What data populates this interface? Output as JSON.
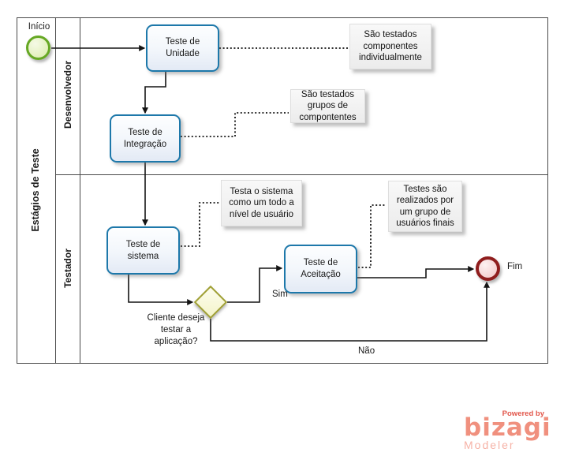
{
  "pool": {
    "title": "Estágios de Teste",
    "lanes": [
      {
        "name": "Desenvolvedor"
      },
      {
        "name": "Testador"
      }
    ]
  },
  "nodes": {
    "start_event": {
      "label": "Início",
      "type": "start-event",
      "border_color": "#66a824"
    },
    "end_event": {
      "label": "Fim",
      "type": "end-event",
      "border_color": "#8f1d1d"
    },
    "task_unidade": {
      "label": "Teste de\nUnidade",
      "border_color": "#1d78aa"
    },
    "task_integracao": {
      "label": "Teste de\nIntegração",
      "border_color": "#1d78aa"
    },
    "task_sistema": {
      "label": "Teste de\nsistema",
      "border_color": "#1d78aa"
    },
    "task_aceitacao": {
      "label": "Teste de\nAceitação",
      "border_color": "#1d78aa"
    },
    "gateway": {
      "label": "Cliente deseja\ntestar a\naplicação?",
      "type": "exclusive-gateway",
      "border_color": "#a0a034"
    }
  },
  "annotations": [
    {
      "text": "São testados\ncomponentes\nindividualmente"
    },
    {
      "text": "São testados\ngrupos de\ncompontentes"
    },
    {
      "text": "Testa o sistema\ncomo um todo a\nnível de usuário"
    },
    {
      "text": "Testes são\nrealizados por\num grupo de\nusuários finais"
    }
  ],
  "flow_labels": {
    "sim": "Sim",
    "nao": "Não"
  },
  "logo": {
    "powered_by": "Powered by",
    "brand": "bizagi",
    "product": "Modeler",
    "color": "#f0907e"
  }
}
